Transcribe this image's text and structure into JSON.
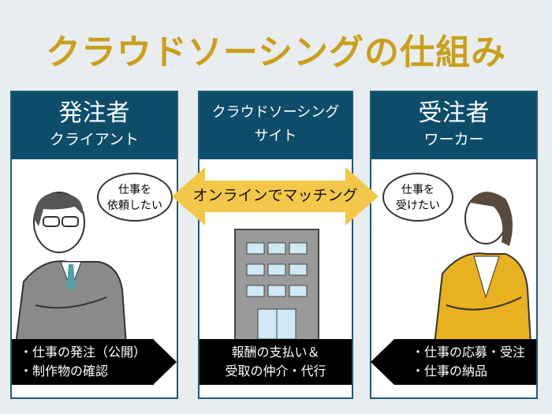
{
  "title": "クラウドソーシングの仕組み",
  "client": {
    "title": "発注者",
    "subtitle": "クライアント",
    "speech": [
      "仕事を",
      "依頼したい"
    ],
    "tasks": [
      "・仕事の発注（公開）",
      "・制作物の確認"
    ]
  },
  "site": {
    "title_line1": "クラウドソーシング",
    "title_line2": "サイト",
    "tasks": [
      "報酬の支払い＆",
      "受取の仲介・代行"
    ]
  },
  "worker": {
    "title": "受注者",
    "subtitle": "ワーカー",
    "speech": [
      "仕事を",
      "受けたい"
    ],
    "tasks": [
      "・仕事の応募・受注",
      "・仕事の納品"
    ]
  },
  "arrow_label": "オンラインでマッチング",
  "colors": {
    "title": "#c9a01b",
    "header": "#0d4d69",
    "arrow": "#f3c84a",
    "task_box": "#000000"
  }
}
